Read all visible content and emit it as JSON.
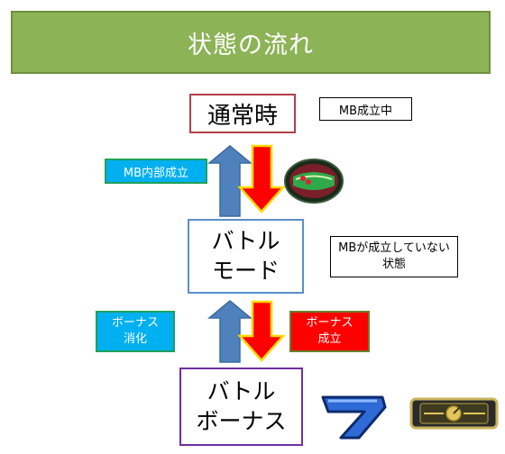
{
  "title": "状態の流れ",
  "states": {
    "normal": "通常時",
    "battle_mode": [
      "バトル",
      "モード"
    ],
    "battle_bonus": [
      "バトル",
      "ボーナス"
    ]
  },
  "notes": {
    "mb_active": "MB成立中",
    "mb_not_established": [
      "MBが成立していない",
      "状態"
    ]
  },
  "labels": {
    "mb_internal": "MB内部成立",
    "bonus_digest": [
      "ボーナス",
      "消化"
    ],
    "bonus_established": [
      "ボーナス",
      "成立"
    ]
  },
  "colors": {
    "title_bg": "#8cb356",
    "up_arrow": "#4f81bd",
    "down_arrow": "#ff0000",
    "down_arrow_border": "#ffd800",
    "label_blue": "#00b0f0",
    "label_red": "#ff0000"
  },
  "icons": [
    "cherry-reel-icon",
    "blue-seven-icon",
    "bar-meter-icon"
  ]
}
